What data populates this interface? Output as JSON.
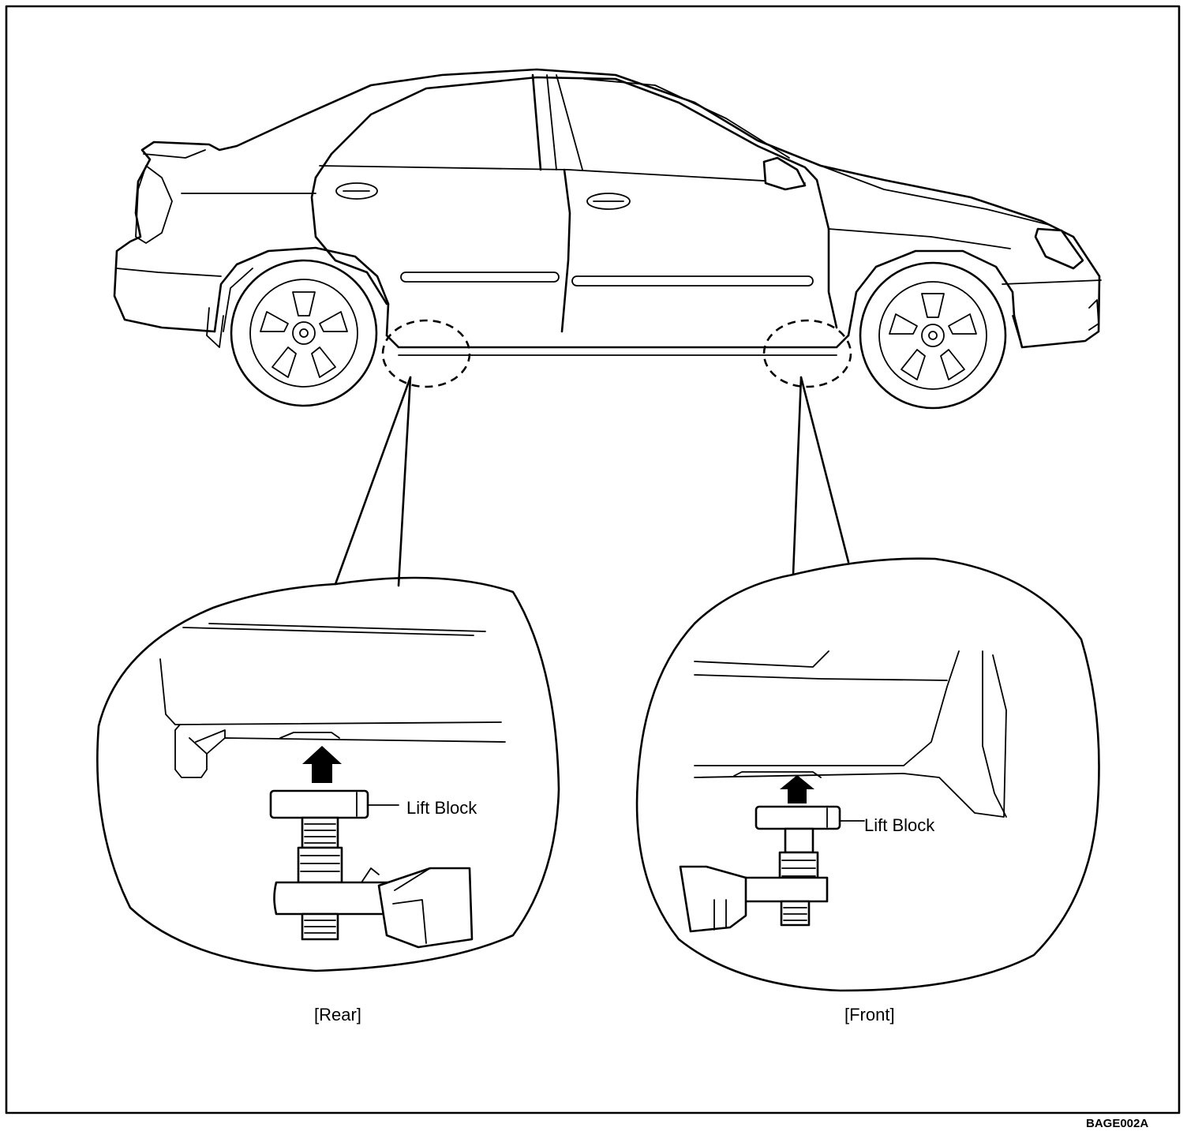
{
  "labels": {
    "lift_block_rear": "Lift Block",
    "lift_block_front": "Lift Block",
    "caption_rear": "[Rear]",
    "caption_front": "[Front]",
    "figure_code": "BAGE002A"
  },
  "colors": {
    "line": "#000000",
    "background": "#ffffff"
  }
}
